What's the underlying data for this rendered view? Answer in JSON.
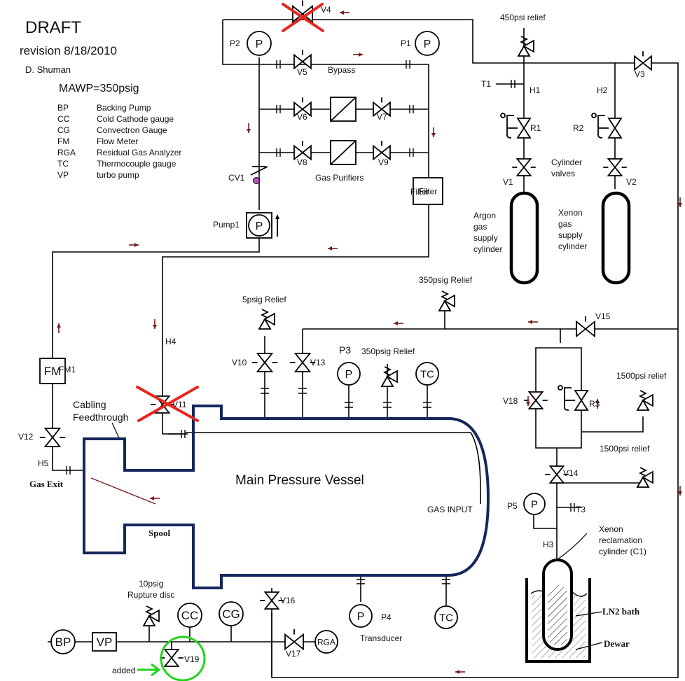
{
  "header": {
    "title": "DRAFT",
    "revision": "revision 8/18/2010",
    "author": "D. Shuman",
    "mawp": "MAWP=350psig"
  },
  "legend": [
    {
      "abbr": "BP",
      "meaning": "Backing Pump"
    },
    {
      "abbr": "CC",
      "meaning": "Cold Cathode gauge"
    },
    {
      "abbr": "CG",
      "meaning": "Convectron Gauge"
    },
    {
      "abbr": "FM",
      "meaning": "Flow Meter"
    },
    {
      "abbr": "RGA",
      "meaning": "Residual Gas Analyzer"
    },
    {
      "abbr": "TC",
      "meaning": "Thermocouple gauge"
    },
    {
      "abbr": "VP",
      "meaning": "turbo pump"
    }
  ],
  "valves": {
    "v1": "V1",
    "v2": "V2",
    "v3": "V3",
    "v4": "V4",
    "v5": "V5",
    "v6": "V6",
    "v7": "V7",
    "v8": "V8",
    "v9": "V9",
    "v10": "V10",
    "v11": "V11",
    "v12": "V12",
    "v13": "V13",
    "v14": "V14",
    "v15": "V15",
    "v16": "V16",
    "v17": "V17",
    "v18": "V18",
    "v19": "V19",
    "cv1": "CV1"
  },
  "gauges": {
    "p_symbol": "P",
    "tc_symbol": "TC",
    "cc": "CC",
    "cg": "CG",
    "bp": "BP",
    "vp": "VP",
    "rga": "RGA",
    "fm": "FM",
    "filter": "Filter",
    "p1": "P1",
    "p2": "P2",
    "p3": "P3",
    "p4": "P4",
    "p5": "P5",
    "fm1": "FM1",
    "pump1": "Pump1",
    "transducer": "Transducer"
  },
  "regulators": {
    "r1": "R1",
    "r2": "R2",
    "r3": "R3"
  },
  "ports": {
    "h1": "H1",
    "h2": "H2",
    "h3": "H3",
    "h4": "H4",
    "h5": "H5",
    "t1": "T1",
    "t3": "T3"
  },
  "labels": {
    "bypass": "Bypass",
    "gas_purifiers": "Gas Purifiers",
    "relief_450": "450psi relief",
    "relief_5psig": "5psig Relief",
    "relief_350_top": "350psig Relief",
    "relief_350_p3": "350psig Relief",
    "relief_1500_a": "1500psi relief",
    "relief_1500_b": "1500psi relief",
    "cylinder_valves": [
      "Cylinder",
      "valves"
    ],
    "argon_cylinder": [
      "Argon",
      "gas",
      "supply",
      "cylinder"
    ],
    "xenon_cylinder": [
      "Xenon",
      "gas",
      "supply",
      "cylinder"
    ],
    "xenon_reclamation": [
      "Xenon",
      "reclamation",
      "cylinder (C1)"
    ],
    "main_vessel": "Main Pressure Vessel",
    "gas_input": "GAS INPUT",
    "spool": "Spool",
    "gas_exit": "Gas Exit",
    "cabling": [
      "Cabling",
      "Feedthrough"
    ],
    "rupture_disc": [
      "10psig",
      "Rupture disc"
    ],
    "ln2_bath": "LN2 bath",
    "dewar": "Dewar",
    "added": "added"
  },
  "colors": {
    "vessel": "#16275c",
    "flow_arrow": "#7a1b1b",
    "removed_mark": "#e8261f",
    "added_mark": "#22d41c",
    "check_ball": "#b54fc1"
  }
}
